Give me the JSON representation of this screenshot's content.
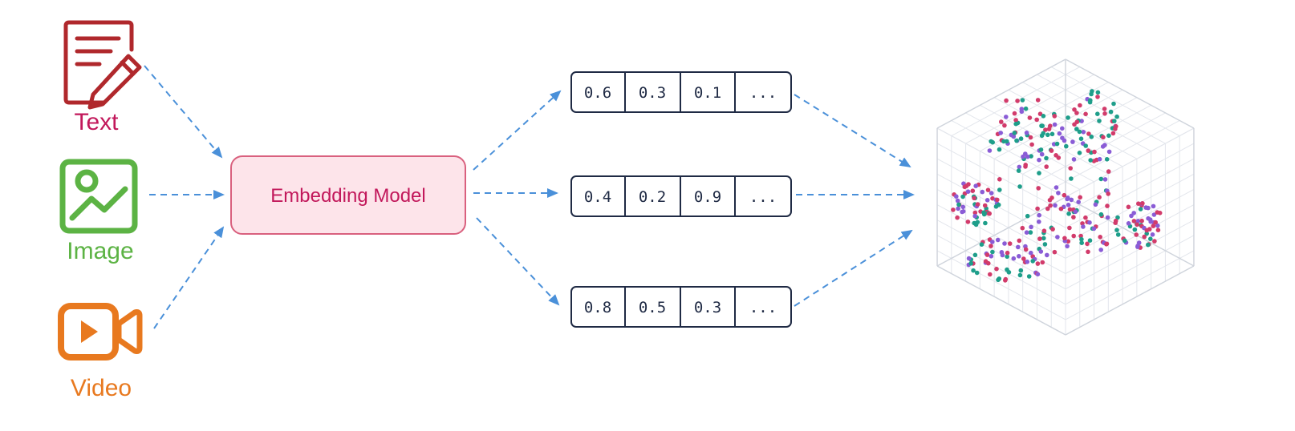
{
  "inputs": [
    {
      "id": "text",
      "label": "Text",
      "color": "#c2185b",
      "icon": "document-pen-icon",
      "icon_color": "#b0282c"
    },
    {
      "id": "image",
      "label": "Image",
      "color": "#5cb344",
      "icon": "image-landscape-icon",
      "icon_color": "#5cb344"
    },
    {
      "id": "video",
      "label": "Video",
      "color": "#e8791f",
      "icon": "video-camera-icon",
      "icon_color": "#e8791f"
    }
  ],
  "model": {
    "label": "Embedding Model",
    "fill": "#fde4ea",
    "border": "#d9607e",
    "text_color": "#c2185b"
  },
  "vectors": [
    {
      "cells": [
        "0.6",
        "0.3",
        "0.1",
        "..."
      ]
    },
    {
      "cells": [
        "0.4",
        "0.2",
        "0.9",
        "..."
      ]
    },
    {
      "cells": [
        "0.8",
        "0.5",
        "0.3",
        "..."
      ]
    }
  ],
  "arrow_color": "#4a90d9",
  "vector_space": {
    "icon": "3d-scatter-cube",
    "point_colors": [
      "#d23b6b",
      "#1e9e8a",
      "#8a5cd6"
    ]
  }
}
